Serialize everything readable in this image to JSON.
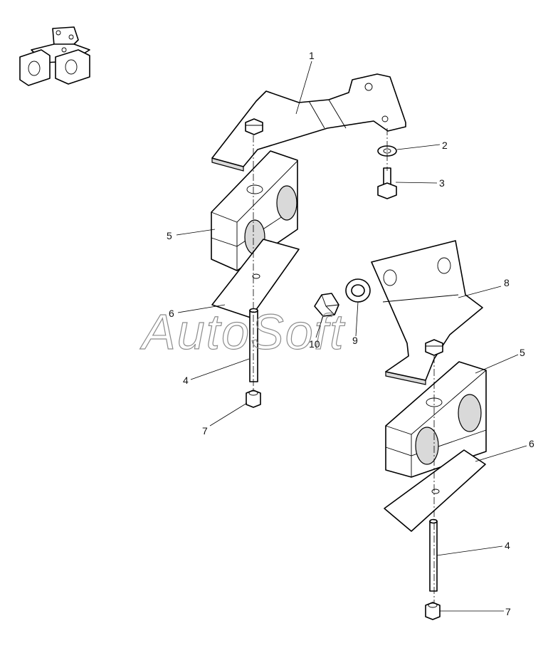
{
  "watermark": "AutoSoft",
  "callouts": [
    {
      "id": "c1",
      "label": "1"
    },
    {
      "id": "c2",
      "label": "2"
    },
    {
      "id": "c3",
      "label": "3"
    },
    {
      "id": "c5a",
      "label": "5"
    },
    {
      "id": "c6a",
      "label": "6"
    },
    {
      "id": "c4a",
      "label": "4"
    },
    {
      "id": "c7a",
      "label": "7"
    },
    {
      "id": "c10",
      "label": "10"
    },
    {
      "id": "c9",
      "label": "9"
    },
    {
      "id": "c8",
      "label": "8"
    },
    {
      "id": "c5b",
      "label": "5"
    },
    {
      "id": "c6b",
      "label": "6"
    },
    {
      "id": "c4b",
      "label": "4"
    },
    {
      "id": "c7b",
      "label": "7"
    }
  ]
}
